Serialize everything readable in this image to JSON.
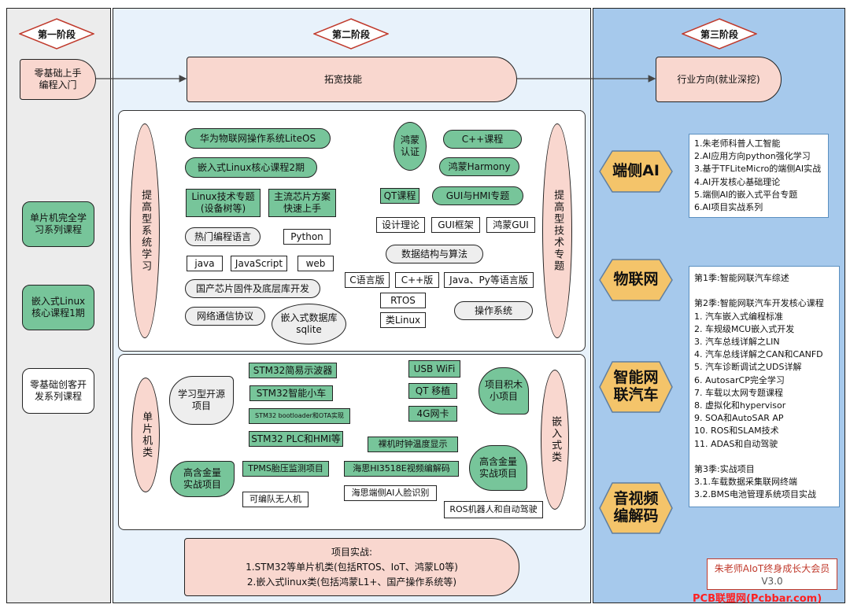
{
  "stages": {
    "s1": "第一阶段",
    "s2": "第二阶段",
    "s3": "第三阶段"
  },
  "left": {
    "start": "零基础上手编程入门",
    "mcu_series": "单片机完全学习系列课程",
    "linux_core_1": "嵌入式Linux核心课程1期",
    "maker_series": "零基础创客开发系列课程"
  },
  "flow": {
    "expand": "拓宽技能",
    "industry": "行业方向(就业深挖)"
  },
  "sys_panel": {
    "left_vertical": "提高型系统学习",
    "right_vertical": "提高型技术专题",
    "liteos": "华为物联网操作系统LiteOS",
    "linux_core_2": "嵌入式Linux核心课程2期",
    "linux_topic": "Linux技术专题(设备树等)",
    "mainstream_chip": "主流芯片方案快速上手",
    "hot_lang": "热门编程语言",
    "python": "Python",
    "java": "java",
    "javascript": "JavaScript",
    "web": "web",
    "domestic_chip": "国产芯片固件及底层库开发",
    "network": "网络通信协议",
    "sqlite": "嵌入式数据库sqlite",
    "harmony_cert": "鸿蒙认证",
    "cpp_course": "C++课程",
    "harmony": "鸿蒙Harmony",
    "qt_course": "QT课程",
    "gui_hmi": "GUI与HMI专题",
    "design_theory": "设计理论",
    "gui_framework": "GUI框架",
    "harmony_gui": "鸿蒙GUI",
    "ds_algo": "数据结构与算法",
    "c_version": "C语言版",
    "cpp_version": "C++版",
    "java_py_version": "Java、Py等语言版",
    "rtos": "RTOS",
    "os": "操作系统",
    "linux_like": "类Linux"
  },
  "mcu_panel": {
    "left_vertical": "单片机类",
    "right_vertical": "嵌入式类",
    "learn_open": "学习型开源项目",
    "oscilloscope": "STM32简易示波器",
    "smart_car": "STM32智能小车",
    "bootloader": "STM32 bootloader和OTA实现",
    "plc_hmi": "STM32 PLC和HMI等",
    "gold_project_left": "高含金量实战项目",
    "tpms": "TPMS胎压监测项目",
    "drone": "可编队无人机",
    "usb_wifi": "USB WiFi",
    "qt_port": "QT 移植",
    "net4g": "4G网卡",
    "building_block": "项目积木小项目",
    "clock_temp": "裸机时钟温度显示",
    "hisi_codec": "海思HI3518E视频编解码",
    "hisi_face": "海思端侧AI人脸识别",
    "gold_project_right": "高含金量实战项目",
    "ros": "ROS机器人和自动驾驶"
  },
  "projects": {
    "title": "项目实战:",
    "line1": "1.STM32等单片机类(包括RTOS、IoT、鸿蒙L0等)",
    "line2": "2.嵌入式linux类(包括鸿蒙L1+、国产操作系统等)"
  },
  "stage3": {
    "edge_ai": "端侧AI",
    "edge_ai_items": [
      "1.朱老师科普人工智能",
      "2.AI应用方向python强化学习",
      "3.基于TFLiteMicro的端侧AI实战",
      "4.AI开发核心基础理论",
      "5.端侧AI的嵌入式平台专题",
      "6.AI项目实战系列"
    ],
    "iot": "物联网",
    "iov": "智能网联汽车",
    "av_codec": "音视频编解码",
    "car_items": [
      "第1季:智能网联汽车综述",
      "",
      "第2季:智能网联汽车开发核心课程",
      "1. 汽车嵌入式编程标准",
      "2. 车规级MCU嵌入式开发",
      "3. 汽车总线详解之LIN",
      "4. 汽车总线详解之CAN和CANFD",
      "5. 汽车诊断调试之UDS详解",
      "6. AutosarCP完全学习",
      "7. 车载以太网专题课程",
      "8. 虚拟化和hypervisor",
      "9. SOA和AutoSAR AP",
      "10. ROS和SLAM技术",
      "11. ADAS和自动驾驶",
      "",
      "第3季:实战项目",
      "3.1.车载数据采集联网终端",
      "3.2.BMS电池管理系统项目实战"
    ],
    "member_line1": "朱老师AIoT终身成长大会员",
    "member_line2": "V3.0"
  },
  "watermark": "PCB联盟网(Pcbbar.com)",
  "colors": {
    "green": "#77c59a",
    "pink": "#f9d7cf",
    "stage1_bg": "#ececec",
    "stage2_bg": "#e8f2fb",
    "stage3_bg": "#a6c9ec",
    "hex_fill": "#f4c46a",
    "watermark": "#ff2020"
  }
}
